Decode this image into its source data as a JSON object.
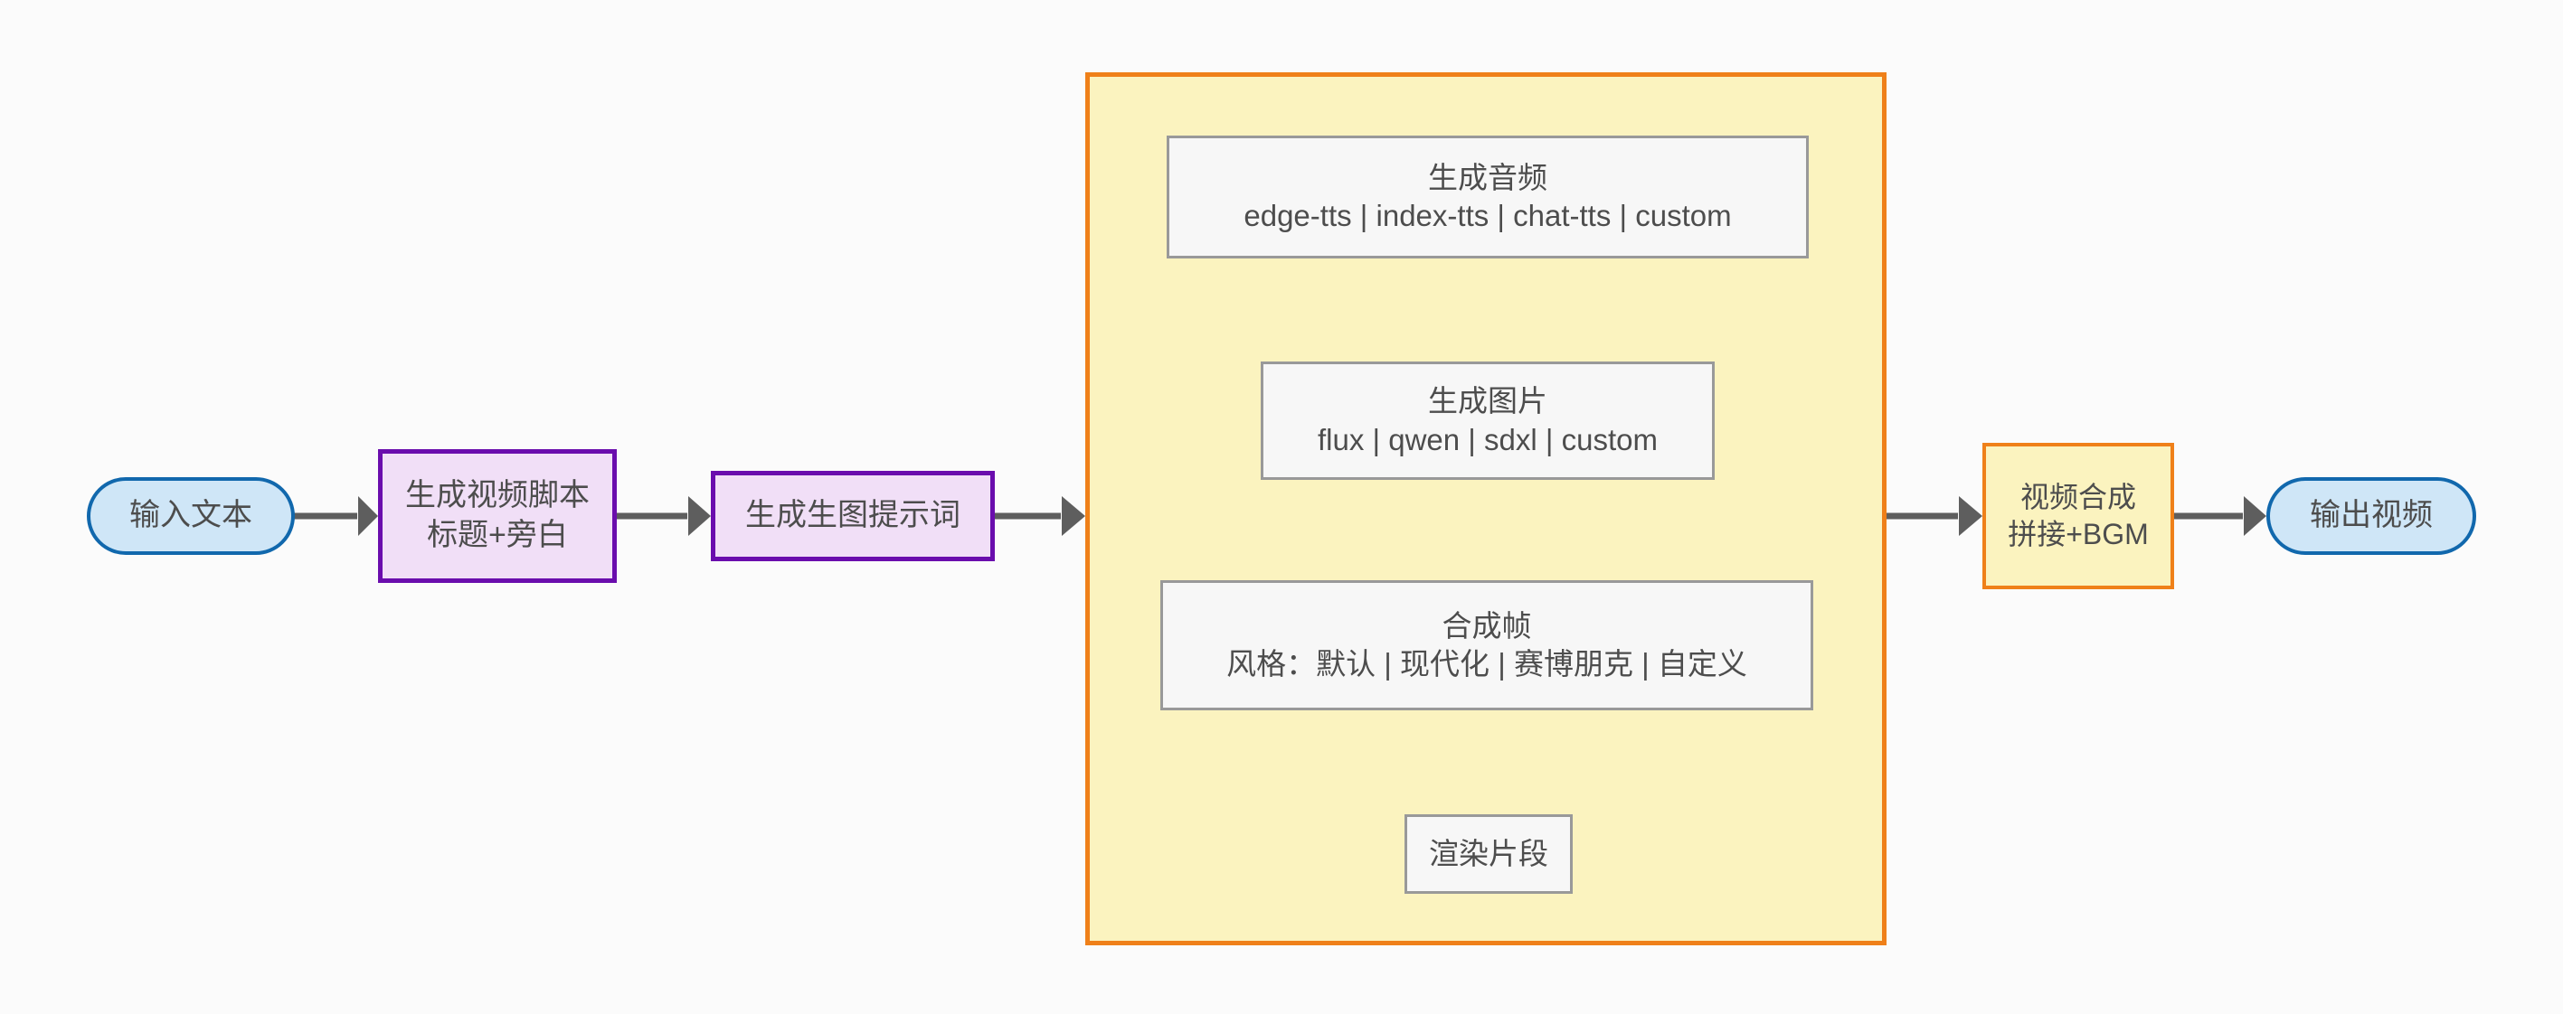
{
  "diagram": {
    "type": "flowchart",
    "direction": "left-to-right",
    "title": "",
    "background_color": "#fbfbfb"
  },
  "colors": {
    "terminator_fill": "#cfe6f7",
    "terminator_border": "#1168ad",
    "process_fill": "#f1dff7",
    "process_border": "#6a0dad",
    "highlight_fill": "#fbf3bf",
    "highlight_border": "#ef8019",
    "plain_fill": "#f7f7f7",
    "plain_border": "#999999",
    "edge": "#5e5e5e",
    "text": "#4d4d4d"
  },
  "nodes": {
    "input_text": {
      "label": "输入文本",
      "shape": "stadium"
    },
    "script": {
      "line1": "生成视频脚本",
      "line2": "标题+旁白",
      "shape": "rect"
    },
    "prompt": {
      "label": "生成生图提示词",
      "shape": "rect"
    },
    "audio": {
      "line1": "生成音频",
      "line2": "edge-tts | index-tts | chat-tts | custom",
      "shape": "rect"
    },
    "image": {
      "line1": "生成图片",
      "line2": "flux | qwen | sdxl | custom",
      "shape": "rect"
    },
    "frame": {
      "line1": "合成帧",
      "line2": "风格：默认 | 现代化 | 赛博朋克 | 自定义",
      "shape": "rect"
    },
    "render": {
      "label": "渲染片段",
      "shape": "rect"
    },
    "compose": {
      "line1": "视频合成",
      "line2": "拼接+BGM",
      "shape": "rect"
    },
    "output_video": {
      "label": "输出视频",
      "shape": "stadium"
    }
  },
  "subgraph": {
    "label": "",
    "contains": [
      "audio",
      "image",
      "frame",
      "render"
    ]
  },
  "edges": [
    {
      "from": "input_text",
      "to": "script",
      "label": ""
    },
    {
      "from": "script",
      "to": "prompt",
      "label": ""
    },
    {
      "from": "prompt",
      "to": "subgraph",
      "label": ""
    },
    {
      "from": "audio",
      "to": "image",
      "label": ""
    },
    {
      "from": "image",
      "to": "frame",
      "label": ""
    },
    {
      "from": "frame",
      "to": "render",
      "label": ""
    },
    {
      "from": "subgraph",
      "to": "compose",
      "label": ""
    },
    {
      "from": "compose",
      "to": "output_video",
      "label": ""
    }
  ]
}
